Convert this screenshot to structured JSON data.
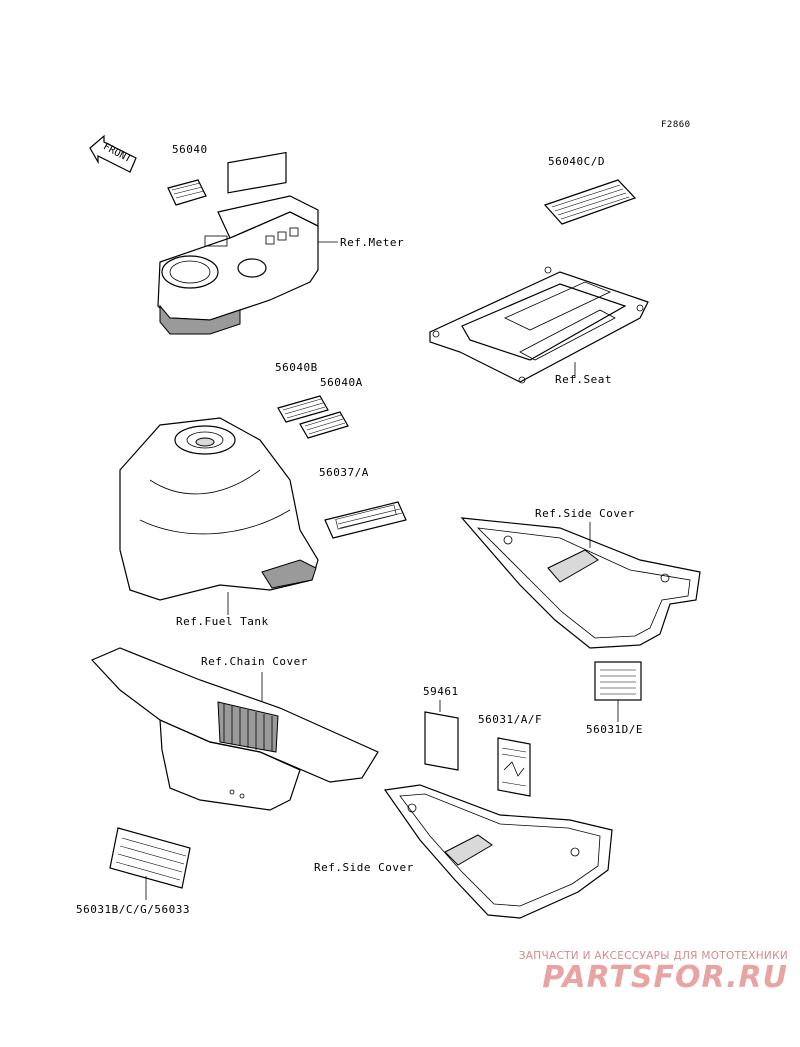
{
  "figure_id": "F2860",
  "front_arrow": "FRONT",
  "labels": {
    "p56040": "56040",
    "ref_meter": "Ref.Meter",
    "p56040cd": "56040C/D",
    "ref_seat": "Ref.Seat",
    "p56040b": "56040B",
    "p56040a": "56040A",
    "p56037a": "56037/A",
    "ref_side_cover_top": "Ref.Side Cover",
    "ref_fuel_tank": "Ref.Fuel Tank",
    "ref_chain_cover": "Ref.Chain Cover",
    "p59461": "59461",
    "p56031af": "56031/A/F",
    "p56031de": "56031D/E",
    "ref_side_cover_bottom": "Ref.Side Cover",
    "p56031bcg": "56031B/C/G/56033"
  },
  "watermark": {
    "tagline": "ЗАПЧАСТИ И АКСЕССУАРЫ ДЛЯ МОТОТЕХНИКИ",
    "logo": "PARTSFOR.RU"
  }
}
